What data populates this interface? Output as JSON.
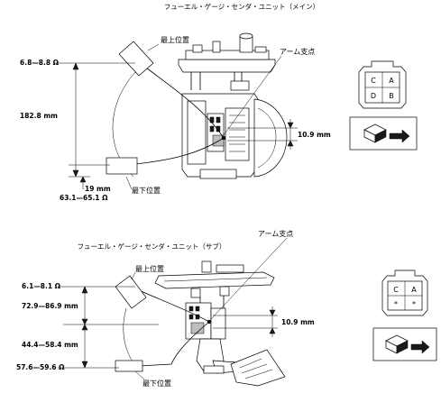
{
  "main_unit": {
    "title": "フューエル・ゲージ・センダ・ユニット（メイン）",
    "top_position_label": "最上位置",
    "bottom_position_label": "最下位置",
    "arm_fulcrum_label": "アーム支点",
    "resistance_top": "6.8—8.8 Ω",
    "height_total": "182.8 mm",
    "offset_bottom": "19 mm",
    "resistance_bottom": "63.1—65.1 Ω",
    "arm_height": "10.9 mm",
    "connector_pins": [
      "C",
      "A",
      "D",
      "B"
    ]
  },
  "sub_unit": {
    "title": "フューエル・ゲージ・センダ・ユニット（サブ）",
    "top_position_label": "最上位置",
    "bottom_position_label": "最下位置",
    "arm_fulcrum_label": "アーム支点",
    "resistance_top": "6.1—8.1 Ω",
    "height_upper": "72.9—86.9 mm",
    "height_lower": "44.4—58.4 mm",
    "resistance_bottom": "57.6—59.6 Ω",
    "arm_height": "10.9 mm",
    "connector_pins": [
      "C",
      "A",
      "*",
      "*"
    ]
  },
  "icons": {
    "connector": "connector-face-icon",
    "plug_arrow": "harness-plug-arrow-icon"
  }
}
